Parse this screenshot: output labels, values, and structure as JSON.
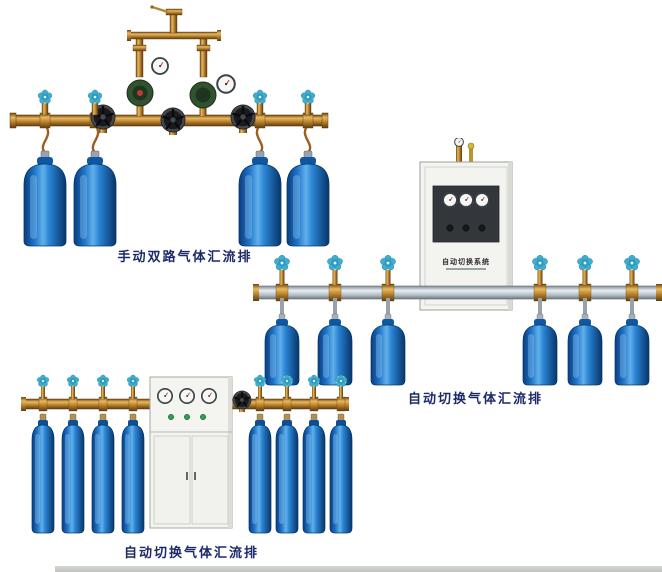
{
  "page": {
    "background": "#ffffff"
  },
  "captions": {
    "manual_dual": "手动双路气体汇流排",
    "auto_switch_right": "自动切换气体汇流排",
    "auto_switch_bottom": "自动切换气体汇流排"
  },
  "cabinet": {
    "label": "自动切换系统"
  },
  "colors": {
    "caption_text": "#1d2a69",
    "cylinder_blue": "#1e74c8",
    "brass_pipe": "#c28a33",
    "aluminum_pipe": "#c7d0d6",
    "valve_knob_cyan": "#3fadd0",
    "handwheel_black": "#1a1b1e",
    "cabinet_body": "#f3f4f0"
  }
}
